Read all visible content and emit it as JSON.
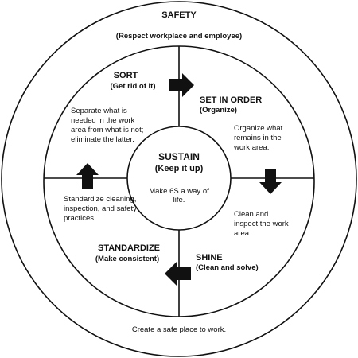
{
  "outer": {
    "title": "SAFETY",
    "subtitle": "(Respect workplace and employee)",
    "footer": "Create a safe place to work."
  },
  "center": {
    "title": "SUSTAIN",
    "subtitle": "(Keep it up)",
    "description": "Make 6S a way of life."
  },
  "quadrants": {
    "sort": {
      "title": "SORT",
      "subtitle": "(Get rid of It)",
      "description": "Separate what is needed in the work area from what is not; eliminate the latter."
    },
    "set_in_order": {
      "title": "SET IN ORDER",
      "subtitle": "(Organize)",
      "description": "Organize what remains in the work area."
    },
    "shine": {
      "title": "SHINE",
      "subtitle": "(Clean and solve)",
      "description": "Clean and inspect the work area."
    },
    "standardize": {
      "title": "STANDARDIZE",
      "subtitle": "(Make consistent)",
      "description": "Standardize cleaning, inspection, and safety practices"
    }
  },
  "icons": [
    "arrow-right-icon",
    "arrow-down-icon",
    "arrow-left-icon",
    "arrow-up-icon"
  ]
}
